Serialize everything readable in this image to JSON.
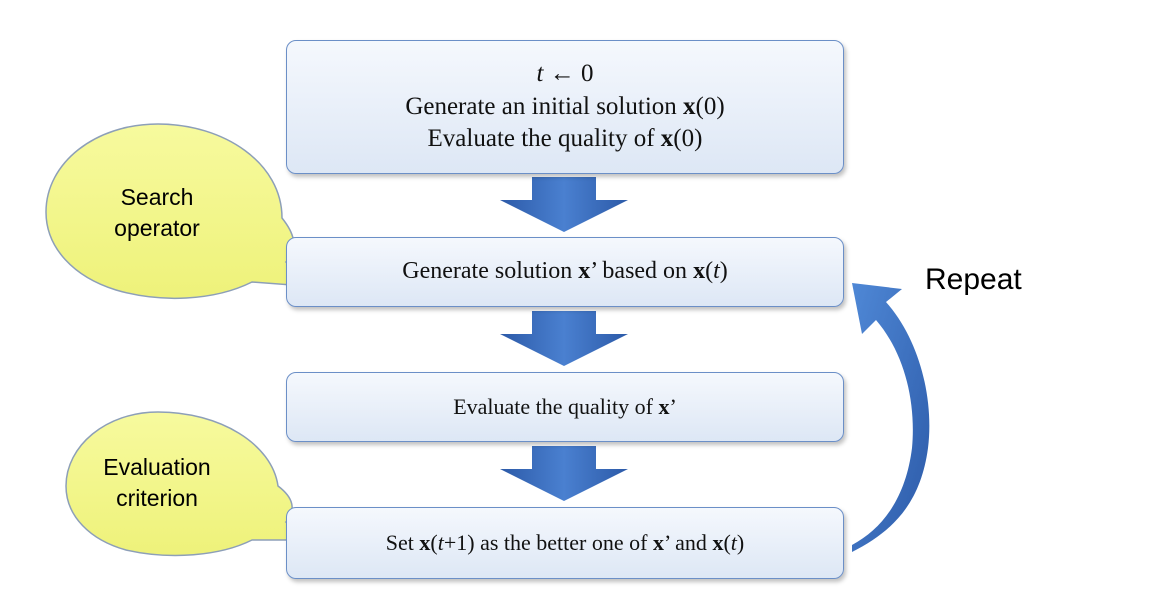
{
  "steps": {
    "init": {
      "line1_var": "t",
      "line1_arrow": "←",
      "line1_val": "0",
      "line2_pre": "Generate an initial solution ",
      "line2_var": "x",
      "line2_post": "(0)",
      "line3_pre": "Evaluate the quality of ",
      "line3_var": "x",
      "line3_post": "(0)"
    },
    "generate": {
      "pre": "Generate solution ",
      "var1": "x",
      "mid": "’ based on ",
      "var2": "x",
      "open": "(",
      "t": "t",
      "close": ")"
    },
    "evaluate": {
      "pre": "Evaluate the quality of ",
      "var": "x",
      "post": "’"
    },
    "select": {
      "pre": "Set ",
      "var1": "x",
      "open1": "(",
      "t1": "t",
      "close1": "+1) as the better one of ",
      "var2": "x",
      "mid": "’ and ",
      "var3": "x",
      "open2": "(",
      "t2": "t",
      "close2": ")"
    }
  },
  "callouts": {
    "search_operator": "Search operator",
    "evaluation_criterion": "Evaluation criterion"
  },
  "loop_label": "Repeat",
  "colors": {
    "box_border": "#6b8fc7",
    "arrow": "#3d6fc0",
    "callout_fill": "#f2f58c",
    "callout_border": "#8d9fb8"
  }
}
